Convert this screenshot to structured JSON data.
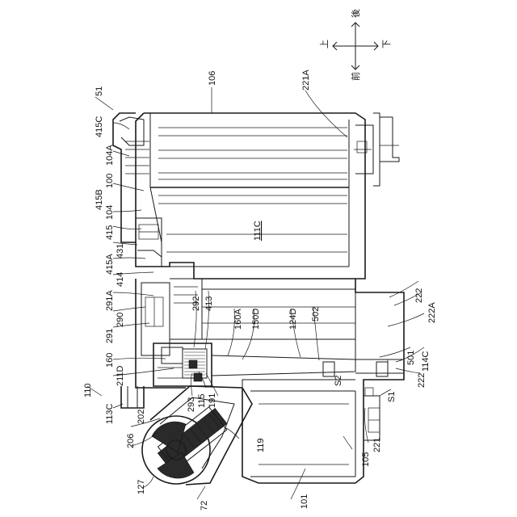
{
  "directions": {
    "up": "上",
    "down": "下",
    "front": "前",
    "rear": "後"
  },
  "labels": {
    "r51": "51",
    "r415C": "415C",
    "r104A": "104A",
    "r100": "100",
    "r415B": "415B",
    "r104": "104",
    "r415": "415",
    "r431": "431",
    "r415A": "415A",
    "r414": "414",
    "r291A": "291A",
    "r290": "290",
    "r291": "291",
    "r160": "160",
    "r211D": "211D",
    "r110": "110",
    "r113C": "113C",
    "r202": "202",
    "r206": "206",
    "r127": "127",
    "r72": "72",
    "r101": "101",
    "r105": "105",
    "r221": "221",
    "r119": "119",
    "r293": "293",
    "r115": "115",
    "r191": "191",
    "r292": "292",
    "r413": "413",
    "r160A": "160A",
    "r150D": "150D",
    "r124D": "124D",
    "r502": "502",
    "r501": "501",
    "r114C": "114C",
    "r222": "222",
    "r222b": "222",
    "r222A": "222A",
    "r221A": "221A",
    "r106": "106",
    "r111C": "111C",
    "rS1": "S1",
    "rS2": "S2"
  }
}
